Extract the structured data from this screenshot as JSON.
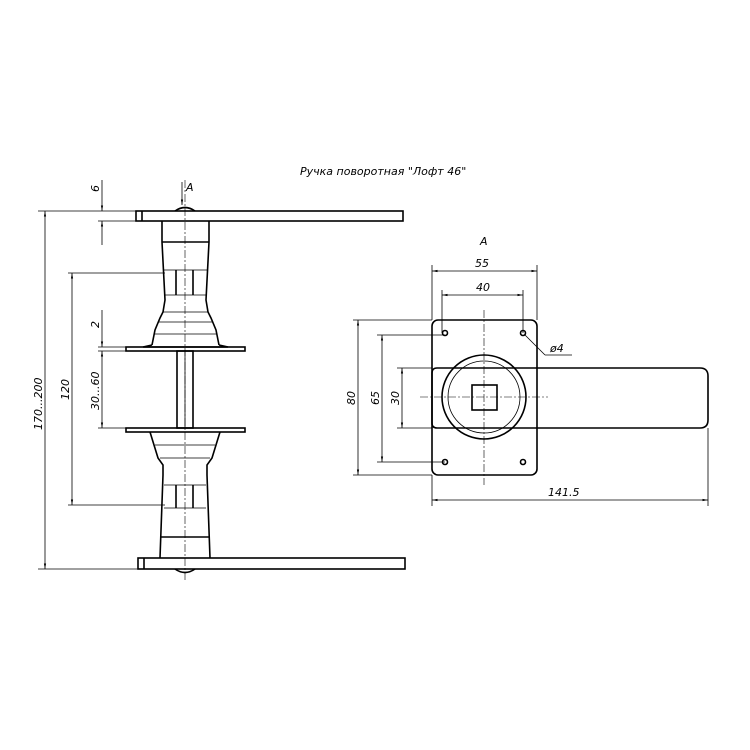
{
  "title": "Ручка поворотная \"Лофт 46\"",
  "view_label": "A",
  "left_view": {
    "dims": {
      "plate": "6",
      "gap": "2",
      "door": "30...60",
      "span": "120",
      "total": "170...200"
    }
  },
  "right_view": {
    "dims": {
      "width_outer": "55",
      "width_holes": "40",
      "height_outer": "80",
      "height_holes": "65",
      "lever_height": "30",
      "hole": "ø4",
      "length": "141.5"
    }
  },
  "colors": {
    "line": "#000000",
    "background": "#ffffff"
  }
}
